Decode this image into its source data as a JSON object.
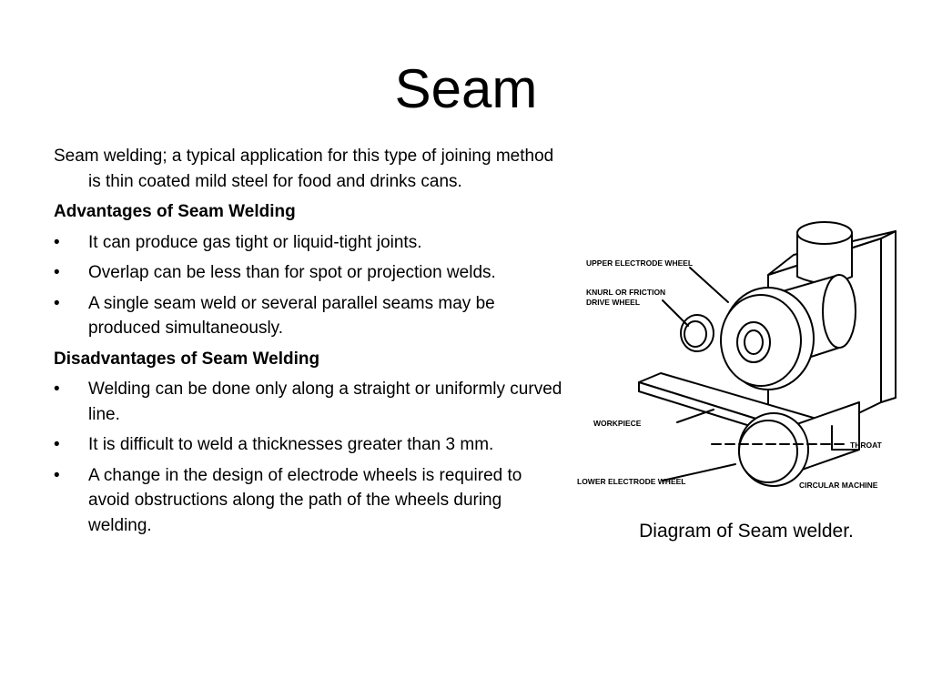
{
  "slide": {
    "title": "Seam",
    "intro": "Seam welding; a typical application for this type of joining method is thin coated mild steel for food and drinks cans.",
    "bullet_glyph": "•",
    "advantages": {
      "heading": "Advantages of Seam Welding",
      "items": [
        "It can produce gas tight or liquid-tight joints.",
        "Overlap can be less than for spot or projection welds.",
        "A single seam weld or several parallel seams may be produced simultaneously."
      ]
    },
    "disadvantages": {
      "heading": "Disadvantages of Seam Welding",
      "items": [
        "Welding can be done only along a straight or uniformly curved line.",
        "It is difficult to weld a thicknesses greater than 3 mm.",
        "A change in the design of electrode wheels is required to avoid obstructions along the path of the wheels during welding."
      ]
    }
  },
  "figure": {
    "labels": {
      "upper_electrode_wheel": "UPPER ELECTRODE WHEEL",
      "knurl_line1": "KNURL OR FRICTION",
      "knurl_line2": "DRIVE WHEEL",
      "workpiece": "WORKPIECE",
      "throat": "THROAT",
      "lower_electrode_wheel": "LOWER ELECTRODE WHEEL",
      "circular_machine": "CIRCULAR MACHINE"
    },
    "caption": "Diagram of Seam welder."
  }
}
